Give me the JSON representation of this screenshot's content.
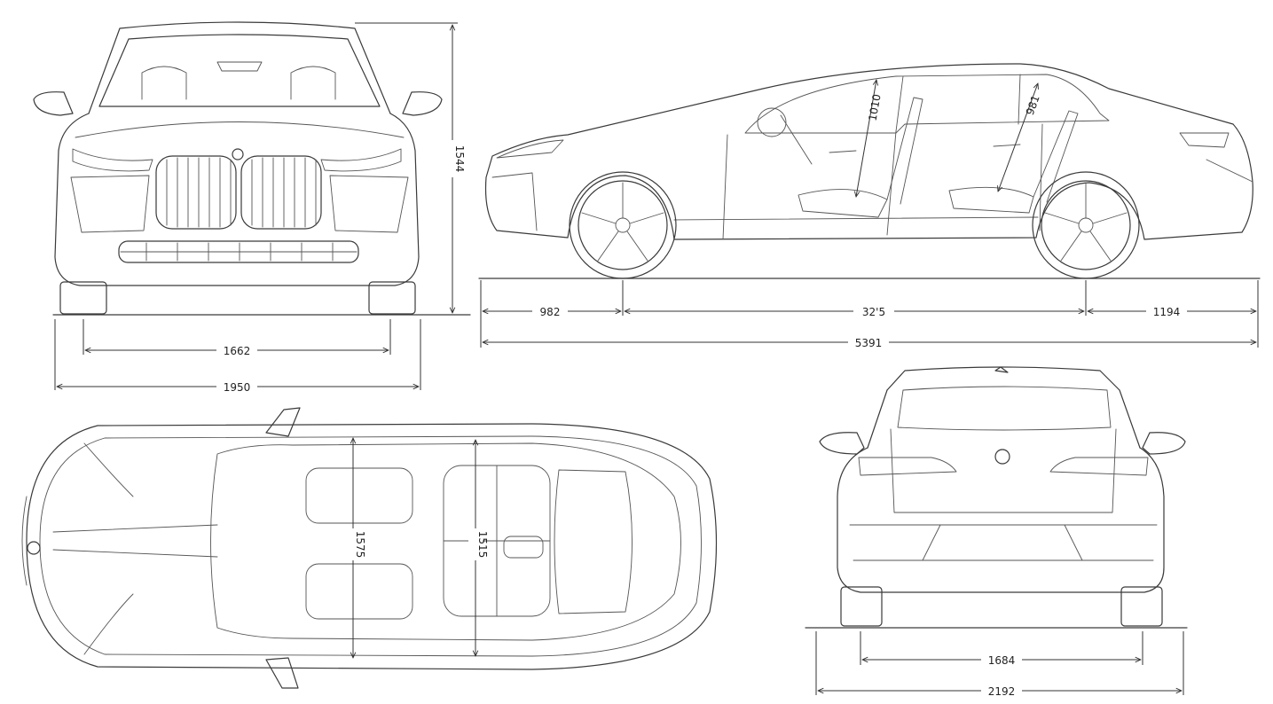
{
  "colors": {
    "line": "#3a3a3a",
    "background": "#ffffff"
  },
  "front_view": {
    "width_track": "1662",
    "width_total": "1950",
    "height": "1544"
  },
  "side_view": {
    "front_overhang": "982",
    "wheelbase": "32'5",
    "rear_overhang": "1194",
    "length": "5391",
    "headroom_front": "1010",
    "headroom_rear": "981"
  },
  "top_view": {
    "shoulder_front": "1575",
    "shoulder_rear": "1515"
  },
  "rear_view": {
    "width_track": "1684",
    "width_mirrors": "2192"
  }
}
